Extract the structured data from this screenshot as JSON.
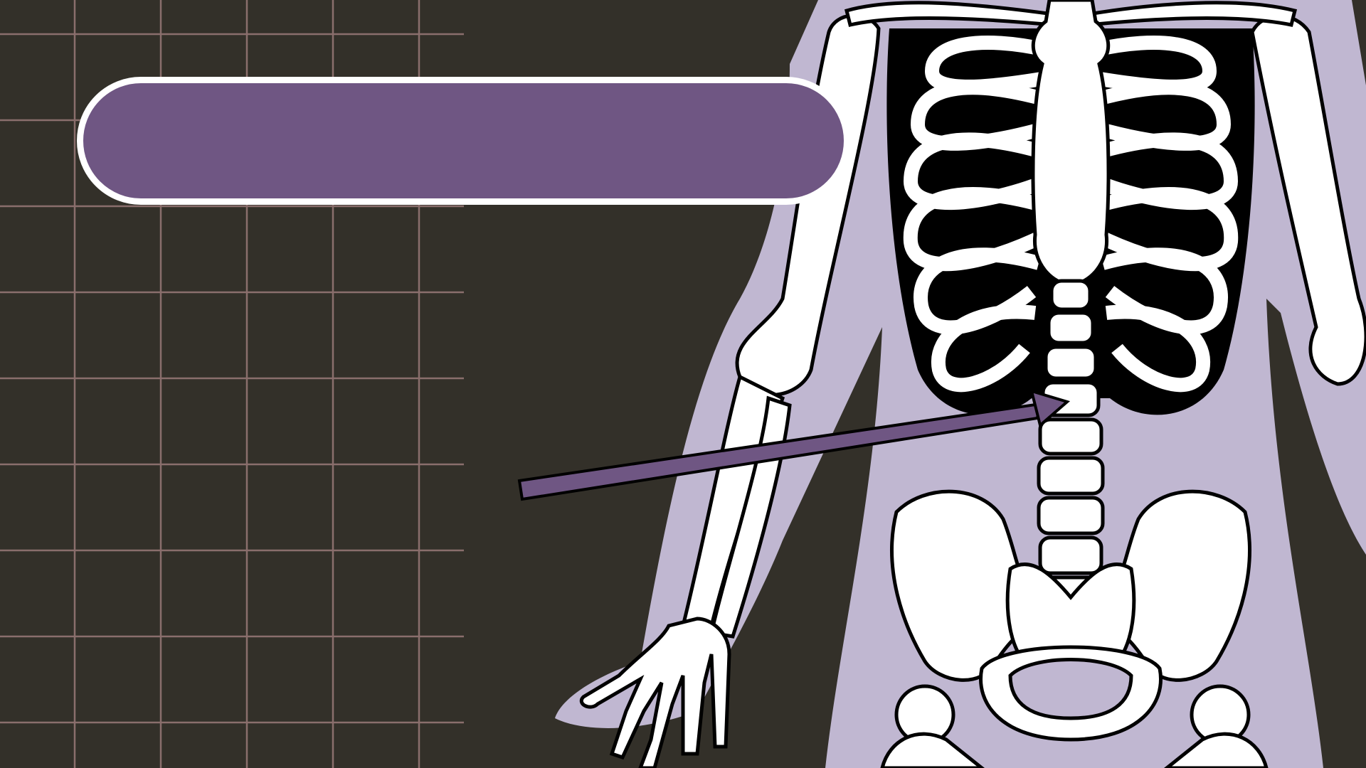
{
  "slide": {
    "title": "",
    "colors": {
      "background": "#333029",
      "grid_line": "#8a6e6c",
      "accent_purple": "#6f5683",
      "silhouette_lavender": "#c0b7d1",
      "bone_fill": "#ffffff",
      "bone_outline": "#000000"
    },
    "icons": [
      "skeleton-illustration",
      "pointer-arrow",
      "grid-pattern"
    ]
  }
}
